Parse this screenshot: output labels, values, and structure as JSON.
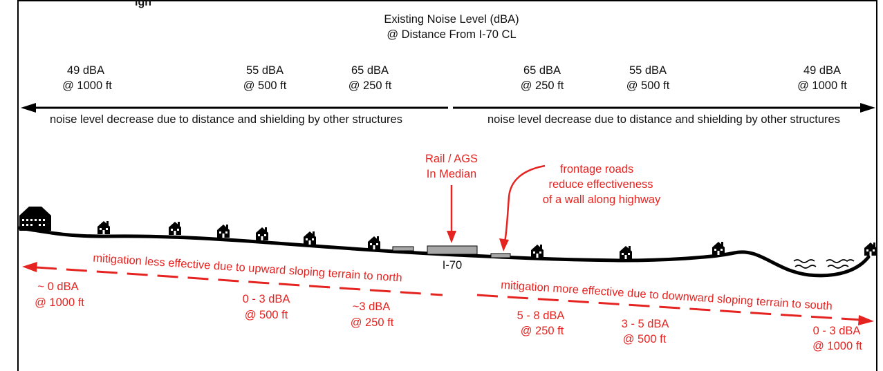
{
  "colors": {
    "text": "#111111",
    "accent": "#e52421",
    "ground": "#000000",
    "road": "#a7a7a7"
  },
  "header": {
    "cut_text": "igh",
    "title_line1": "Existing Noise Level (dBA)",
    "title_line2": "@ Distance From I-70 CL"
  },
  "existing_levels": {
    "left": [
      {
        "level": "49 dBA",
        "distance": "@ 1000 ft"
      },
      {
        "level": "55 dBA",
        "distance": "@ 500 ft"
      },
      {
        "level": "65 dBA",
        "distance": "@ 250 ft"
      }
    ],
    "right": [
      {
        "level": "65 dBA",
        "distance": "@ 250 ft"
      },
      {
        "level": "55 dBA",
        "distance": "@ 500 ft"
      },
      {
        "level": "49 dBA",
        "distance": "@ 1000 ft"
      }
    ]
  },
  "distance_arrow": {
    "left_caption": "noise level decrease due to distance and shielding by other structures",
    "right_caption": "noise level decrease due to distance and shielding by other structures"
  },
  "median": {
    "line1": "Rail / AGS",
    "line2": "In Median"
  },
  "frontage": {
    "line1": "frontage roads",
    "line2": "reduce effectiveness",
    "line3": "of a wall along highway"
  },
  "highway_label": "I-70",
  "mitigation": {
    "north_caption": "mitigation less effective due to upward sloping terrain to north",
    "south_caption": "mitigation more effective due to downward sloping terrain to south",
    "north": [
      {
        "level": "~ 0 dBA",
        "distance": "@ 1000 ft"
      },
      {
        "level": "0 - 3 dBA",
        "distance": "@ 500 ft"
      },
      {
        "level": "~3 dBA",
        "distance": "@ 250 ft"
      }
    ],
    "south": [
      {
        "level": "5 - 8 dBA",
        "distance": "@ 250 ft"
      },
      {
        "level": "3 - 5 dBA",
        "distance": "@ 500 ft"
      },
      {
        "level": "0 - 3 dBA",
        "distance": "@ 1000 ft"
      }
    ]
  },
  "icons": {
    "building": "apartment-building-icon",
    "house": "house-icon",
    "water": "water-waves-icon"
  }
}
